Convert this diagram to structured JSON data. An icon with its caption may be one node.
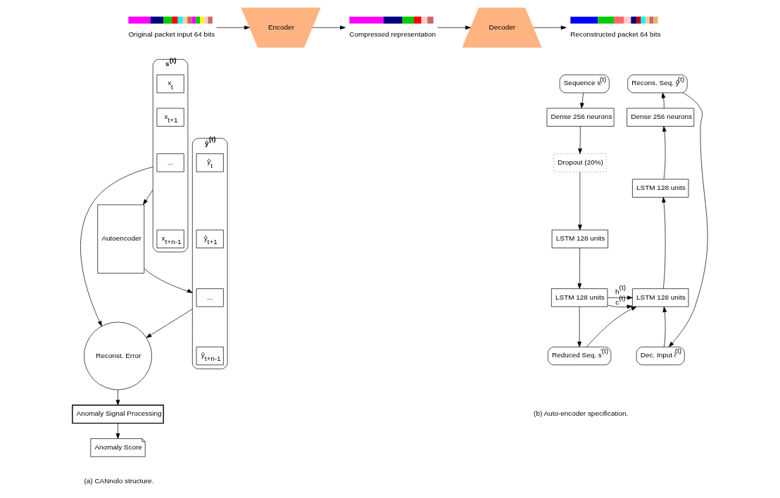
{
  "diagram": {
    "nodes": [
      {
        "text": [],
        "shape": "bar",
        "beside": [
          "Original packet input 64 bits"
        ]
      },
      {
        "text": [
          "Encoder"
        ]
      },
      {
        "text": [],
        "shape": "bar",
        "beside": [
          "Compressed representation"
        ]
      },
      {
        "text": [
          "Decoder"
        ]
      },
      {
        "text": [],
        "shape": "bar",
        "beside": [
          "Reconstructed packet 64 bits"
        ]
      },
      {
        "text": [
          "s$^{(t)}$"
        ]
      },
      {
        "text": [
          "x$_{t}$"
        ],
        "in": 5
      },
      {
        "text": [
          "x$_{t+1}$"
        ],
        "in": 5
      },
      {
        "text": [
          "..."
        ],
        "in": 5
      },
      {
        "text": [
          "x$_{t+n-1}$"
        ],
        "in": 5
      },
      {
        "text": [
          "Autoencoder"
        ]
      },
      {
        "text": [
          "ŷ$^{(t)}$"
        ]
      },
      {
        "text": [
          "ŷ$_{t}$"
        ],
        "in": 11
      },
      {
        "text": [
          "ŷ$_{t+1}$"
        ],
        "in": 11
      },
      {
        "text": [
          "..."
        ],
        "in": 11
      },
      {
        "text": [
          "ŷ$_{t+n-1}$"
        ],
        "in": 11
      },
      {
        "text": [
          "Reconst. Error"
        ]
      },
      {
        "text": [
          "Anomaly Signal Processing"
        ]
      },
      {
        "text": [
          "Anomaly Score"
        ]
      },
      {
        "text": [
          "Sequence s$^{(t)}$"
        ]
      },
      {
        "text": [
          "Dense 256 neurons"
        ]
      },
      {
        "text": [
          "Dropout (20%)"
        ]
      },
      {
        "text": [
          "LSTM 128 units"
        ]
      },
      {
        "text": [
          "LSTM 128 units"
        ]
      },
      {
        "text": [
          "Reduced Seq. s$^{′(t)}$"
        ]
      },
      {
        "text": [
          "Recons. Seq. ŷ$^{(t)}$"
        ]
      },
      {
        "text": [
          "Dense 256 neurons"
        ]
      },
      {
        "text": [
          "LSTM 128 units"
        ]
      },
      {
        "text": [
          "LSTM 128 units"
        ]
      },
      {
        "text": [
          "Dec. Input i$^{(t)}$"
        ]
      }
    ],
    "edges": [
      {
        "from": 0,
        "to": 1,
        "arrow": "to"
      },
      {
        "from": 1,
        "to": 2,
        "arrow": "to"
      },
      {
        "from": 2,
        "to": 3,
        "arrow": "to"
      },
      {
        "from": 3,
        "to": 4,
        "arrow": "to"
      },
      {
        "from": 5,
        "to": 10,
        "arrow": "to"
      },
      {
        "from": 10,
        "to": 11,
        "arrow": "to"
      },
      {
        "from": 11,
        "to": 16,
        "arrow": "to"
      },
      {
        "from": 5,
        "to": 16,
        "arrow": "to"
      },
      {
        "from": 16,
        "to": 17,
        "arrow": "to"
      },
      {
        "from": 17,
        "to": 18,
        "arrow": "to"
      },
      {
        "from": 19,
        "to": 20,
        "arrow": "to"
      },
      {
        "from": 20,
        "to": 21,
        "arrow": "to"
      },
      {
        "from": 21,
        "to": 22,
        "arrow": "to"
      },
      {
        "from": 22,
        "to": 23,
        "arrow": "to"
      },
      {
        "from": 23,
        "to": 24,
        "arrow": "to"
      },
      {
        "from": 23,
        "to": 28,
        "arrow": "to",
        "label": "h$^{(t)}$"
      },
      {
        "from": 23,
        "to": 28,
        "arrow": "to",
        "label": "c$^{(t)}$"
      },
      {
        "from": 24,
        "to": 28,
        "arrow": "to"
      },
      {
        "from": 29,
        "to": 28,
        "arrow": "to"
      },
      {
        "from": 28,
        "to": 27,
        "arrow": "to"
      },
      {
        "from": 27,
        "to": 26,
        "arrow": "to"
      },
      {
        "from": 26,
        "to": 25,
        "arrow": "to"
      },
      {
        "from": 25,
        "to": 29,
        "arrow": "to"
      }
    ],
    "labels": [
      "(a) CANnolo structure.",
      "(b) Auto-encoder specification."
    ]
  }
}
